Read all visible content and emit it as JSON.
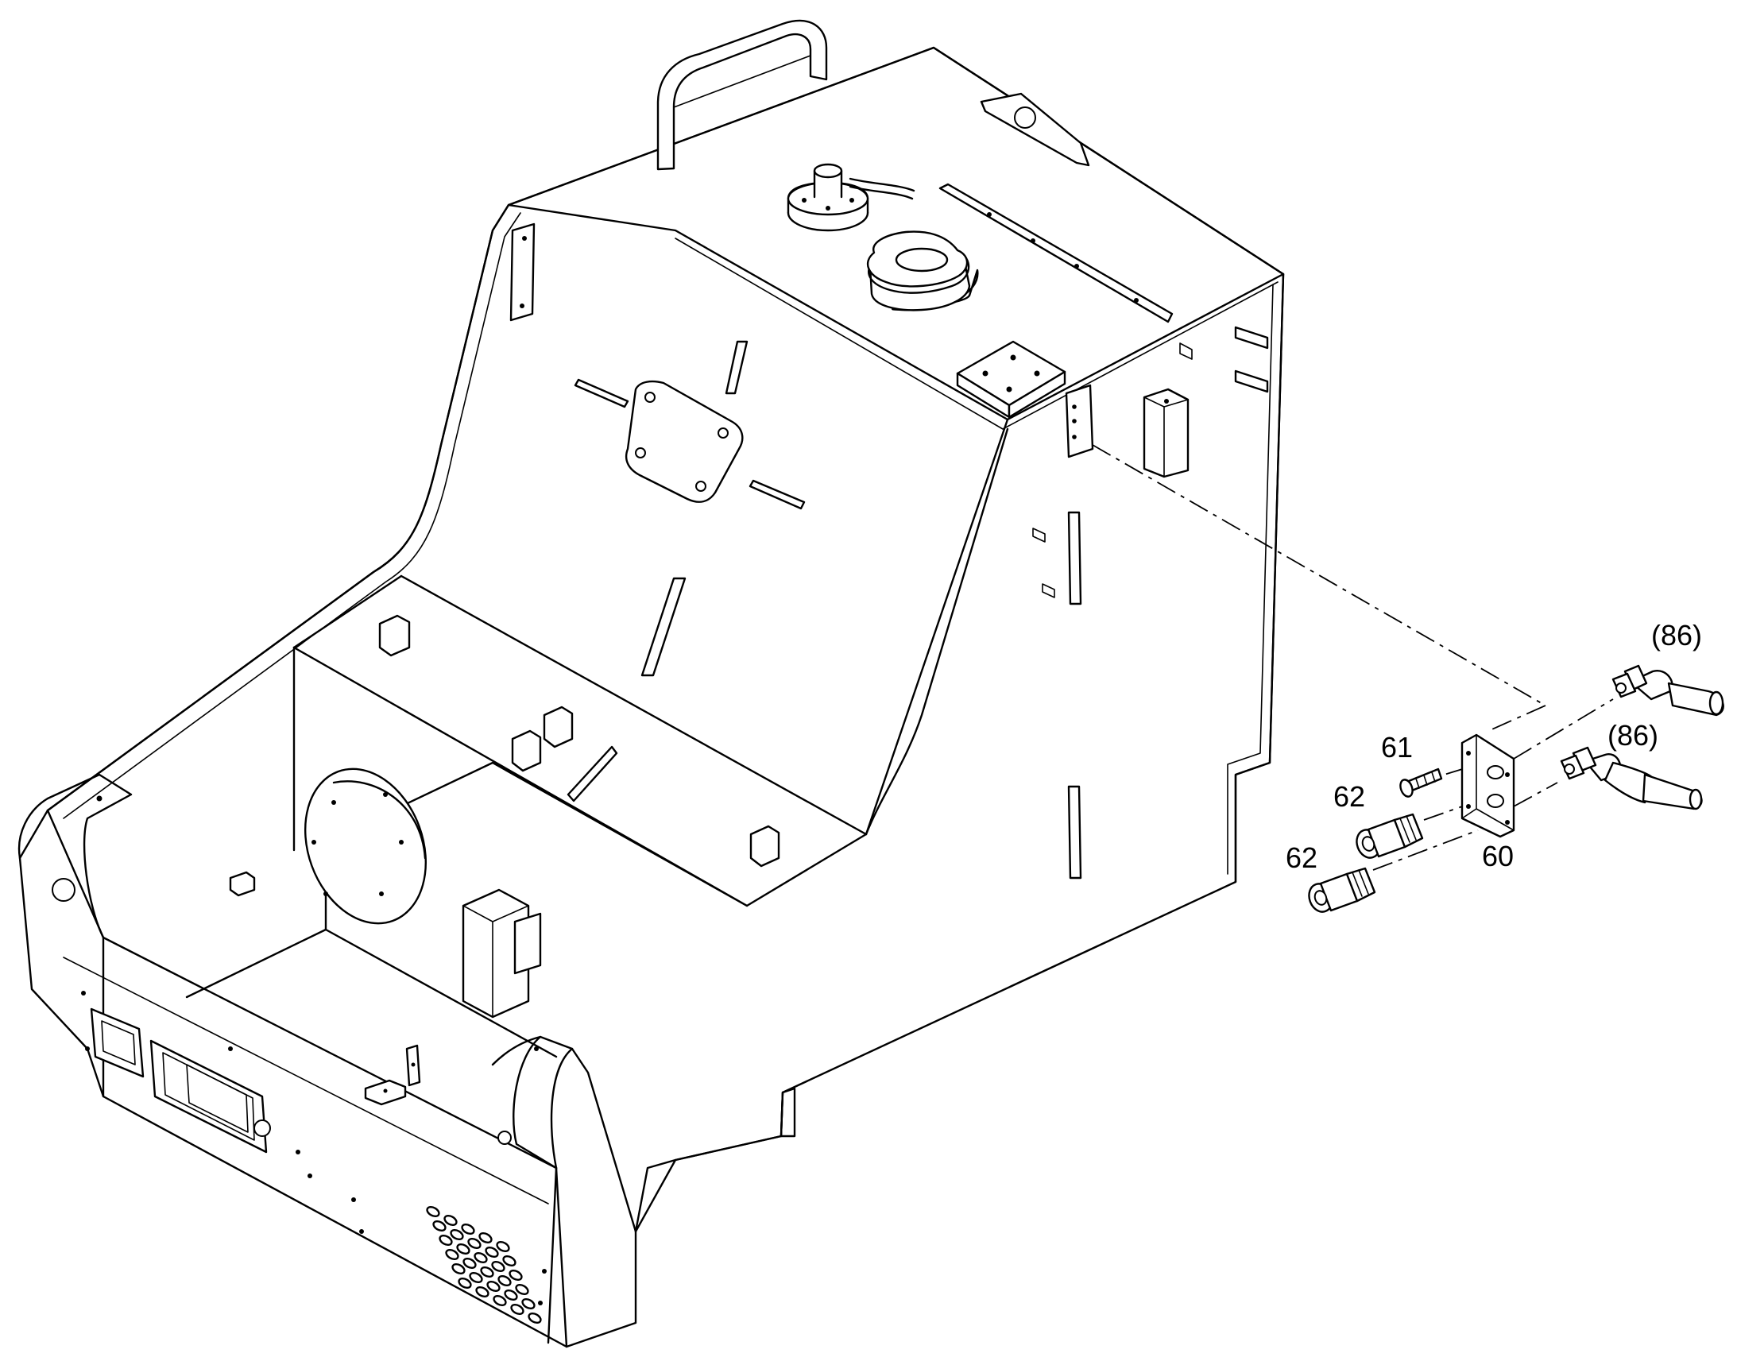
{
  "callouts": [
    {
      "id": "c86a",
      "label": "(86)"
    },
    {
      "id": "c86b",
      "label": "(86)"
    },
    {
      "id": "c61",
      "label": "61"
    },
    {
      "id": "c62a",
      "label": "62"
    },
    {
      "id": "c62b",
      "label": "62"
    },
    {
      "id": "c60",
      "label": "60"
    }
  ],
  "colors": {
    "line": "#000000",
    "background": "#ffffff"
  }
}
